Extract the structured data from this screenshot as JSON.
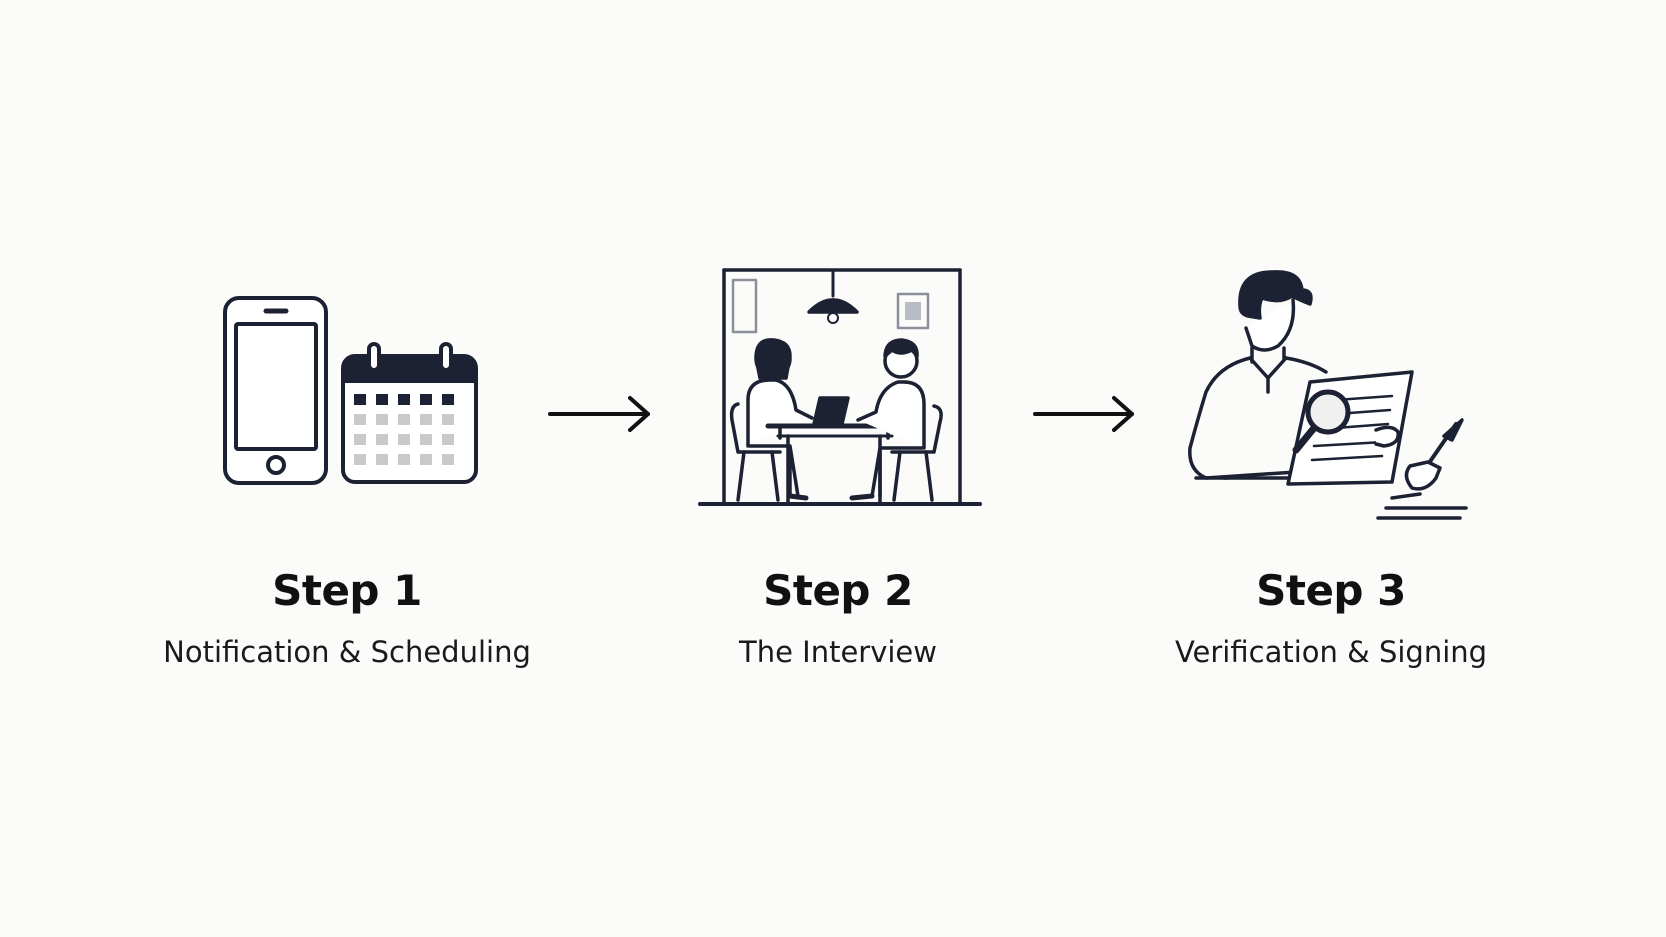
{
  "steps": [
    {
      "title": "Step 1",
      "caption": "Notification & Scheduling",
      "icon": "phone-calendar-icon"
    },
    {
      "title": "Step 2",
      "caption": "The Interview",
      "icon": "interview-room-icon"
    },
    {
      "title": "Step 3",
      "caption": "Verification & Signing",
      "icon": "document-review-icon"
    }
  ],
  "colors": {
    "stroke": "#1c2233",
    "grid_cell": "#c9c9c9",
    "background": "#fbfbf9"
  }
}
